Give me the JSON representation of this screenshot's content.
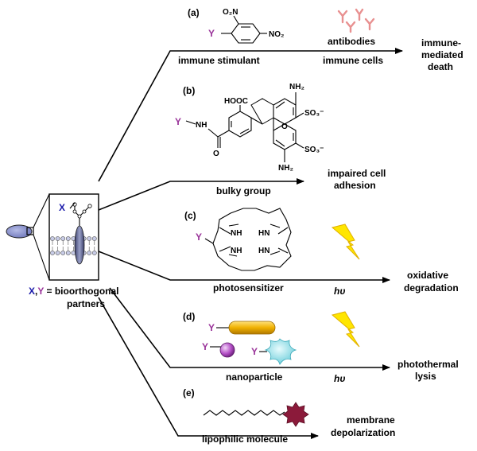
{
  "panels": {
    "a": "(a)",
    "b": "(b)",
    "c": "(c)",
    "d": "(d)",
    "e": "(e)"
  },
  "labels": {
    "immune_stimulant": "immune stimulant",
    "antibodies": "antibodies",
    "immune_cells": "immune cells",
    "immune_mediated_1": "immune-",
    "immune_mediated_2": "mediated",
    "immune_mediated_3": "death",
    "bulky_group": "bulky group",
    "impaired_1": "impaired cell",
    "impaired_2": "adhesion",
    "photosensitizer": "photosensitizer",
    "hv_1": "hυ",
    "oxidative_1": "oxidative",
    "oxidative_2": "degradation",
    "nanoparticle": "nanoparticle",
    "hv_2": "hυ",
    "photothermal_1": "photothermal",
    "photothermal_2": "lysis",
    "lipophilic": "lipophilic molecule",
    "membrane_1": "membrane",
    "membrane_2": "depolarization"
  },
  "left": {
    "x": "X",
    "comma": ",",
    "y": "Y",
    "eq": " = bioorthogonal",
    "partners": "partners"
  },
  "chem": {
    "y": "Y",
    "no2_top": "O₂N",
    "no2_right": "NO₂",
    "nh2_top": "NH₂",
    "nh2_bottom": "NH₂",
    "hooc": "HOOC",
    "so3_top": "SO₃⁻",
    "so3_bottom": "SO₃⁻",
    "nh": "NH",
    "o_ring": "O",
    "o_carbonyl": "O",
    "nh_1": "NH",
    "nh_2": "HN",
    "nh_3": "NH",
    "nh_4": "HN"
  },
  "colors": {
    "y_label": "#993399",
    "x_label": "#1a1aaa",
    "lightning": "#ffe600",
    "gold_rod": "#f0b000",
    "sphere": "#b34fc6",
    "star": "#7fe0e8",
    "lipid_head": "#8b1a3a",
    "antibody": "#e89090",
    "cell": "#7f88c8"
  }
}
